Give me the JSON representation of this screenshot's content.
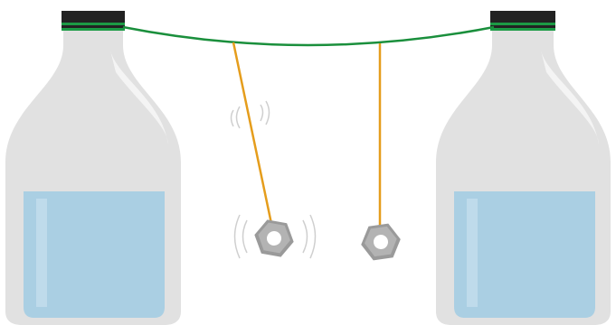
{
  "scene": {
    "left_bottle": {
      "icon": "bottle-icon",
      "state": "filled with water"
    },
    "right_bottle": {
      "icon": "bottle-icon",
      "state": "filled with water"
    },
    "string": {
      "icon": "string-icon"
    },
    "pendulum_a": {
      "icon": "hex-nut-icon",
      "state": "swinging"
    },
    "pendulum_b": {
      "icon": "hex-nut-icon",
      "state": "at rest"
    }
  },
  "colors": {
    "bottle_glass": "#e1e1e1",
    "bottle_highlight": "#f4f4f4",
    "bottle_cap": "#222222",
    "cap_stripe": "#1c9a45",
    "water": "#aacfe3",
    "water_highlight": "#c7e0ee",
    "string": "#1a8f3c",
    "pendulum_thread": "#e59d1c",
    "nut_body": "#9a9a9a",
    "nut_face": "#b3b3b3",
    "motion_lines": "#cfcfcf"
  }
}
